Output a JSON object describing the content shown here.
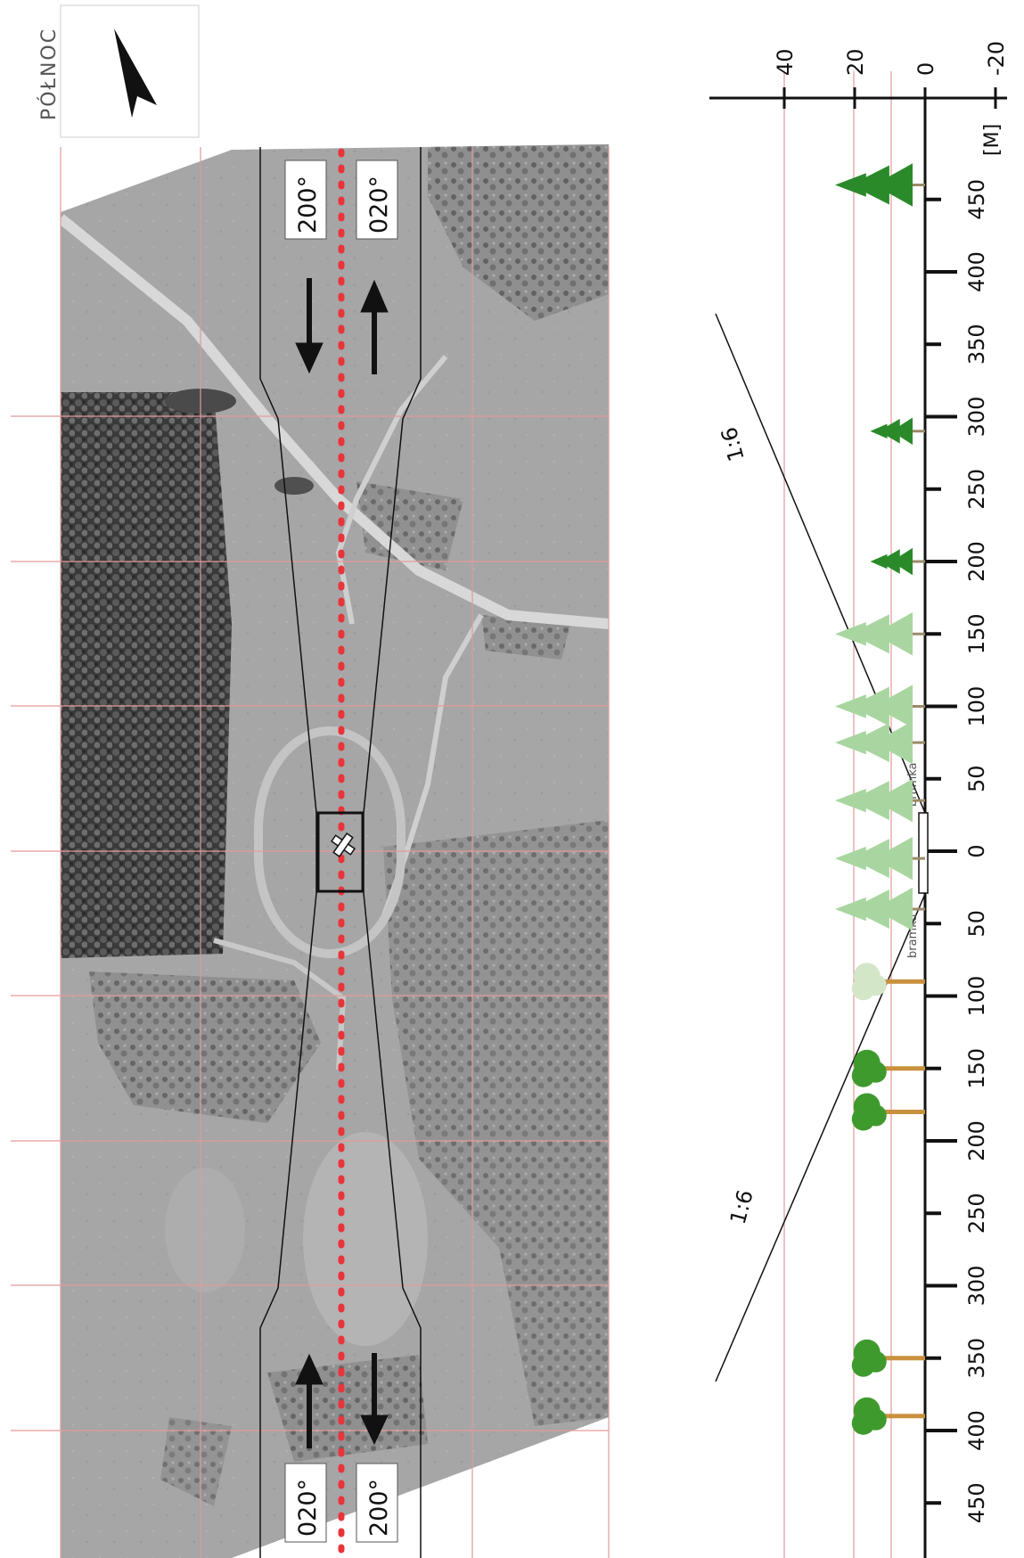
{
  "north": {
    "label": "PÓŁNOC",
    "icon": "north-arrow-icon"
  },
  "runway": {
    "headings": {
      "top_left": "200°",
      "top_right": "020°",
      "bottom_left": "020°",
      "bottom_right": "200°"
    },
    "centerline_color": "#e8343a",
    "icon": "airfield-cross-icon"
  },
  "profile": {
    "elevation_ticks": [
      "40",
      "20",
      "0",
      "-20"
    ],
    "unit_label": "[M]",
    "distance_ticks": [
      "450",
      "400",
      "350",
      "300",
      "250",
      "200",
      "150",
      "100",
      "50",
      "0",
      "50",
      "100",
      "150",
      "200",
      "250",
      "300",
      "350",
      "400",
      "450"
    ],
    "slope_labels": [
      "1:6",
      "1:6"
    ],
    "gate_labels": [
      "bramka",
      "bramka"
    ],
    "obstacles": [
      {
        "type": "conifer-tree-icon",
        "distance": "460",
        "height": 20,
        "color": "#2a8a2a"
      },
      {
        "type": "conifer-tree-icon",
        "distance": "290",
        "height": 10,
        "color": "#2a8a2a"
      },
      {
        "type": "conifer-tree-icon",
        "distance": "200",
        "height": 10,
        "color": "#2a8a2a"
      },
      {
        "type": "conifer-tree-icon",
        "distance": "150",
        "height": 20,
        "color": "#a9d6a0"
      },
      {
        "type": "conifer-tree-icon",
        "distance": "100",
        "height": 20,
        "color": "#a9d6a0"
      },
      {
        "type": "conifer-tree-icon",
        "distance": "75",
        "height": 20,
        "color": "#a9d6a0"
      },
      {
        "type": "conifer-tree-icon",
        "distance": "35",
        "height": 20,
        "color": "#a9d6a0"
      },
      {
        "type": "conifer-tree-icon",
        "distance": "-5",
        "height": 20,
        "color": "#a9d6a0"
      },
      {
        "type": "conifer-tree-icon",
        "distance": "-40",
        "height": 20,
        "color": "#a9d6a0"
      },
      {
        "type": "deciduous-tree-icon",
        "distance": "-90",
        "height": 15,
        "color": "#d4e6c8"
      },
      {
        "type": "deciduous-tree-icon",
        "distance": "-150",
        "height": 15,
        "color": "#3f9a2e"
      },
      {
        "type": "deciduous-tree-icon",
        "distance": "-180",
        "height": 15,
        "color": "#3f9a2e"
      },
      {
        "type": "deciduous-tree-icon",
        "distance": "-350",
        "height": 15,
        "color": "#3f9a2e"
      },
      {
        "type": "deciduous-tree-icon",
        "distance": "-390",
        "height": 15,
        "color": "#3f9a2e"
      }
    ]
  }
}
